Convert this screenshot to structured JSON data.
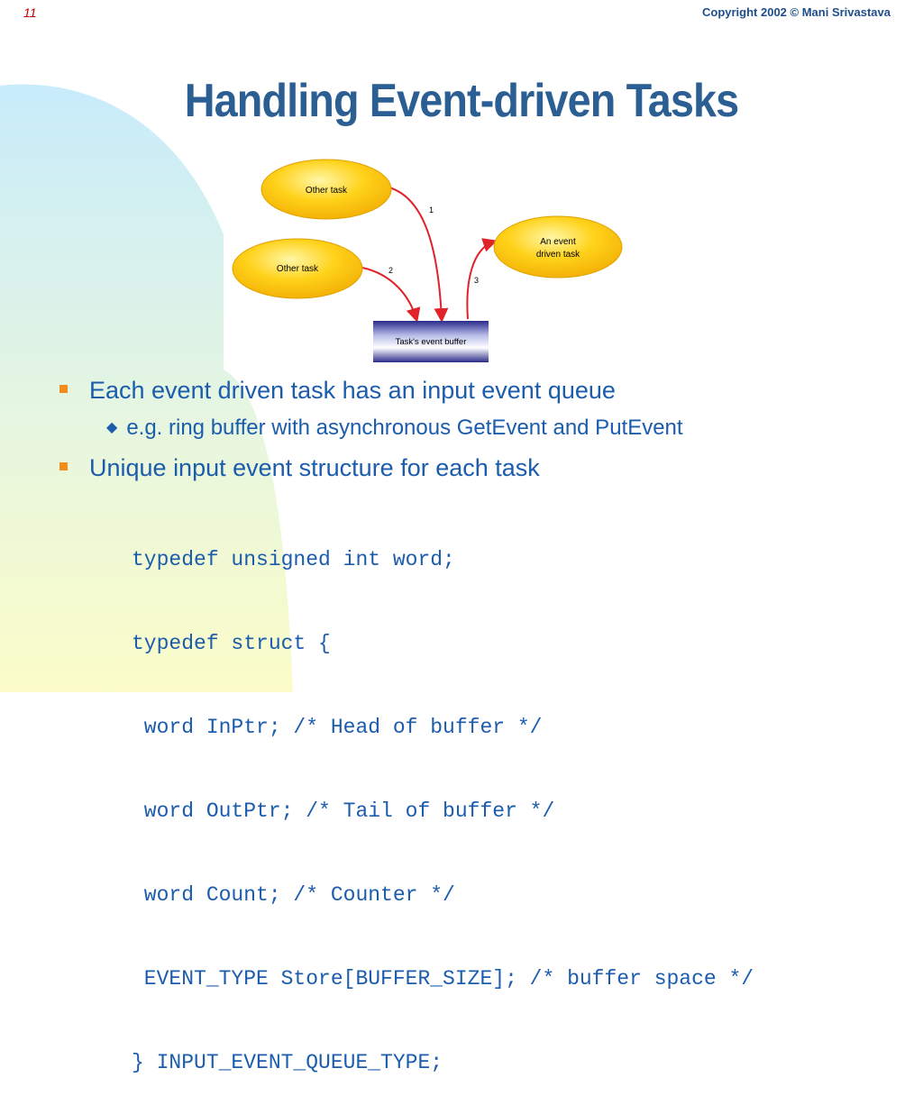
{
  "header": {
    "slide_number": "11",
    "copyright": "Copyright 2002 © Mani Srivastava"
  },
  "title": "Handling Event-driven Tasks",
  "diagram": {
    "node_other_task_1": "Other task",
    "node_other_task_2": "Other task",
    "node_event_task_line1": "An event",
    "node_event_task_line2": "driven task",
    "buffer_label": "Task's event buffer",
    "arrow_label_1": "1",
    "arrow_label_2": "2",
    "arrow_label_3": "3"
  },
  "bullets": {
    "item1": "Each event driven task has an input event queue",
    "item1_sub": "e.g. ring buffer with asynchronous GetEvent and PutEvent",
    "item2": "Unique input event structure for each task"
  },
  "code_lines": [
    "typedef unsigned int word;",
    "typedef struct {",
    " word InPtr; /* Head of buffer */",
    " word OutPtr; /* Tail of buffer */",
    " word Count; /* Counter */",
    " EVENT_TYPE Store[BUFFER_SIZE]; /* buffer space */",
    "} INPUT_EVENT_QUEUE_TYPE;"
  ],
  "colors": {
    "title": "#2b5f93",
    "body_text": "#1b5cad",
    "bullet_marker": "#f28c1c",
    "arrow": "#e0222a",
    "node_fill": "#ffcc00"
  }
}
